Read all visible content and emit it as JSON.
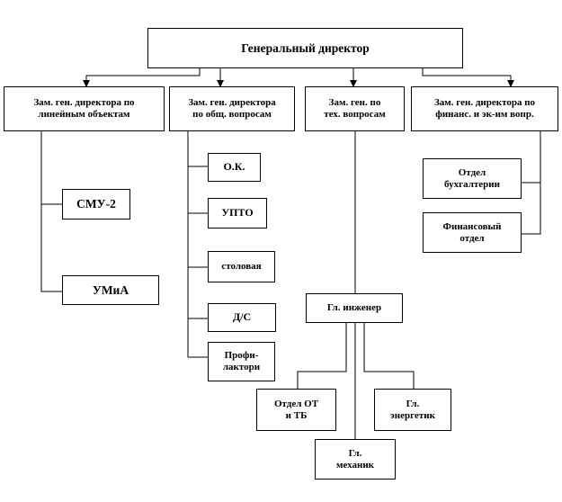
{
  "boxes": {
    "director": "Генеральный директор",
    "dep1_line1": "Зам. ген. директора по",
    "dep1_line2": "линейным объектам",
    "dep2_line1": "Зам. ген. директора",
    "dep2_line2": "по общ. вопросам",
    "dep3_line1": "Зам. ген. по",
    "dep3_line2": "тех. вопросам",
    "dep4_line1": "Зам. ген. директора по",
    "dep4_line2": "финанс. и эк-им вопр.",
    "smu": "СМУ-2",
    "umia": "УМиА",
    "ok": "О.К.",
    "upto": "УПТО",
    "stolovaya": "столовая",
    "ds": "Д/С",
    "prof_line1": "Профи-",
    "prof_line2": "лактори",
    "buh_line1": "Отдел",
    "buh_line2": "бухгалтерии",
    "fin_line1": "Финансовый",
    "fin_line2": "отдел",
    "engineer": "Гл. инженер",
    "ot_line1": "Отдел ОТ",
    "ot_line2": "и ТБ",
    "energ_line1": "Гл.",
    "energ_line2": "энергетик",
    "mech_line1": "Гл.",
    "mech_line2": "механик"
  }
}
